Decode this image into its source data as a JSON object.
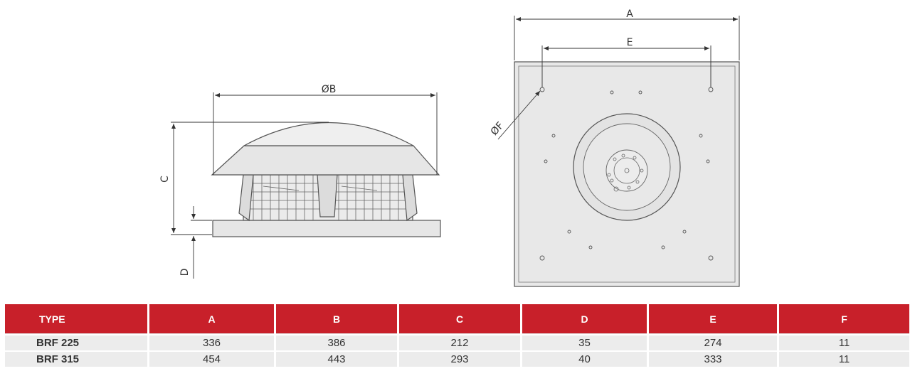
{
  "dimension_labels": {
    "diameter_b": "ØB",
    "c": "C",
    "d": "D",
    "a": "A",
    "e": "E",
    "diameter_f": "ØF"
  },
  "table": {
    "headers": [
      "TYPE",
      "A",
      "B",
      "C",
      "D",
      "E",
      "F"
    ],
    "rows": [
      [
        "BRF 225",
        "336",
        "386",
        "212",
        "35",
        "274",
        "11"
      ],
      [
        "BRF 315",
        "454",
        "443",
        "293",
        "40",
        "333",
        "11"
      ]
    ]
  },
  "colors": {
    "header_bg": "#c8202a",
    "row_bg": "#ececec",
    "body_fill": "#e6e6e6"
  }
}
